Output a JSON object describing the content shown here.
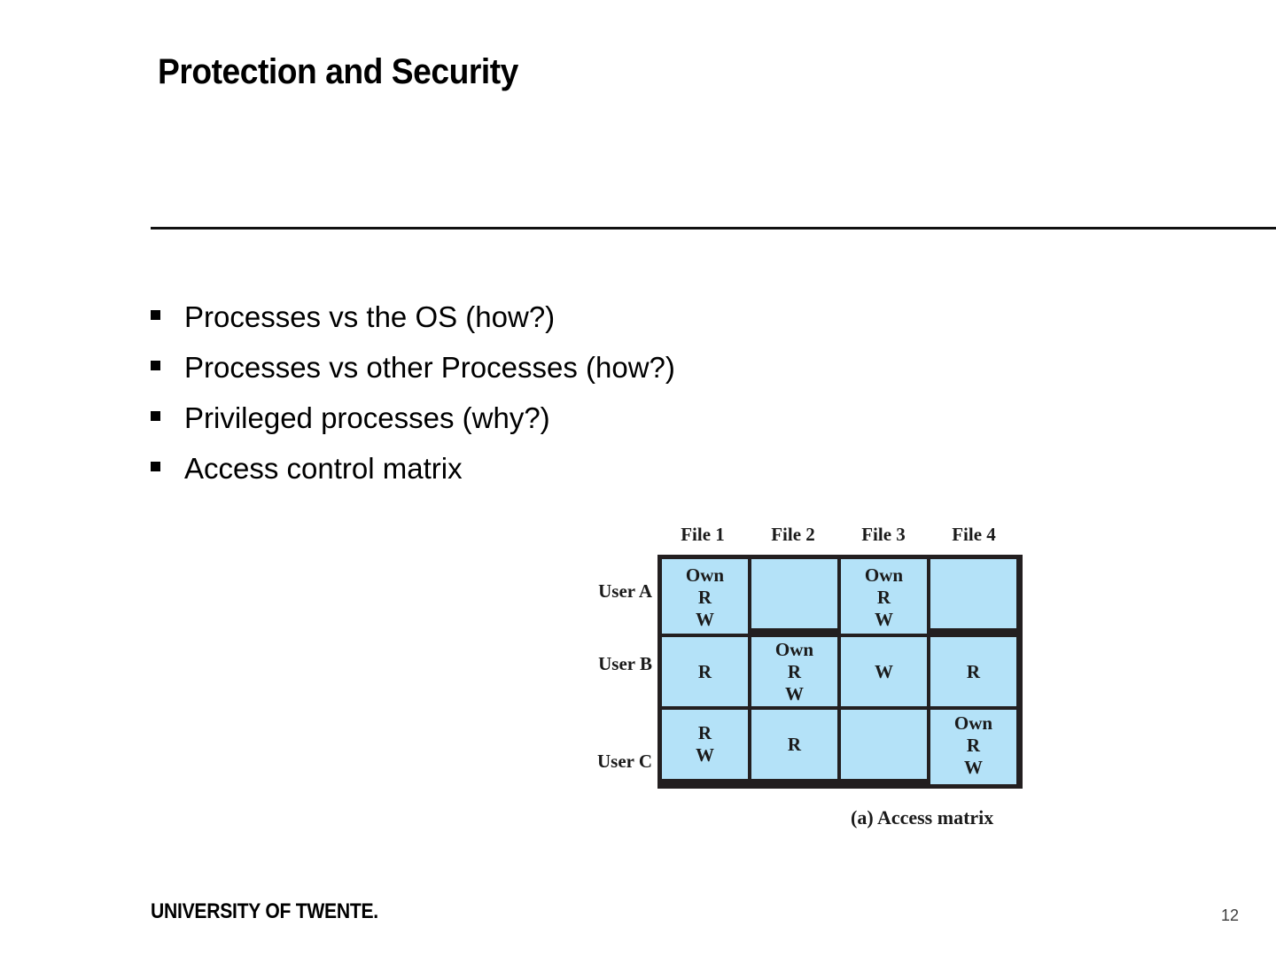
{
  "slide": {
    "title": "Protection and Security",
    "page_number": "12",
    "footer_logo": "UNIVERSITY OF TWENTE."
  },
  "bullets": [
    {
      "marker": "square-bullet",
      "text": "Processes vs the OS (how?)"
    },
    {
      "marker": "square-bullet",
      "text": "Processes vs other Processes (how?)"
    },
    {
      "marker": "square-bullet",
      "text": "Privileged processes (why?)"
    },
    {
      "marker": "square-bullet",
      "text": "Access control matrix"
    }
  ],
  "access_matrix": {
    "caption": "(a) Access matrix",
    "cell_fill_color": "#b4e2f8",
    "border_color": "#231f20",
    "columns": [
      "File 1",
      "File 2",
      "File 3",
      "File 4"
    ],
    "rows": [
      {
        "label": "User A",
        "cells": [
          {
            "lines": [
              "Own",
              "R",
              "W"
            ]
          },
          {
            "lines": []
          },
          {
            "lines": [
              "Own",
              "R",
              "W"
            ]
          },
          {
            "lines": []
          }
        ]
      },
      {
        "label": "User B",
        "cells": [
          {
            "lines": [
              "R"
            ]
          },
          {
            "lines": [
              "Own",
              "R",
              "W"
            ]
          },
          {
            "lines": [
              "W"
            ]
          },
          {
            "lines": [
              "R"
            ]
          }
        ]
      },
      {
        "label": "User C",
        "cells": [
          {
            "lines": [
              "R",
              "W"
            ]
          },
          {
            "lines": [
              "R"
            ]
          },
          {
            "lines": []
          },
          {
            "lines": [
              "Own",
              "R",
              "W"
            ]
          }
        ]
      }
    ]
  }
}
